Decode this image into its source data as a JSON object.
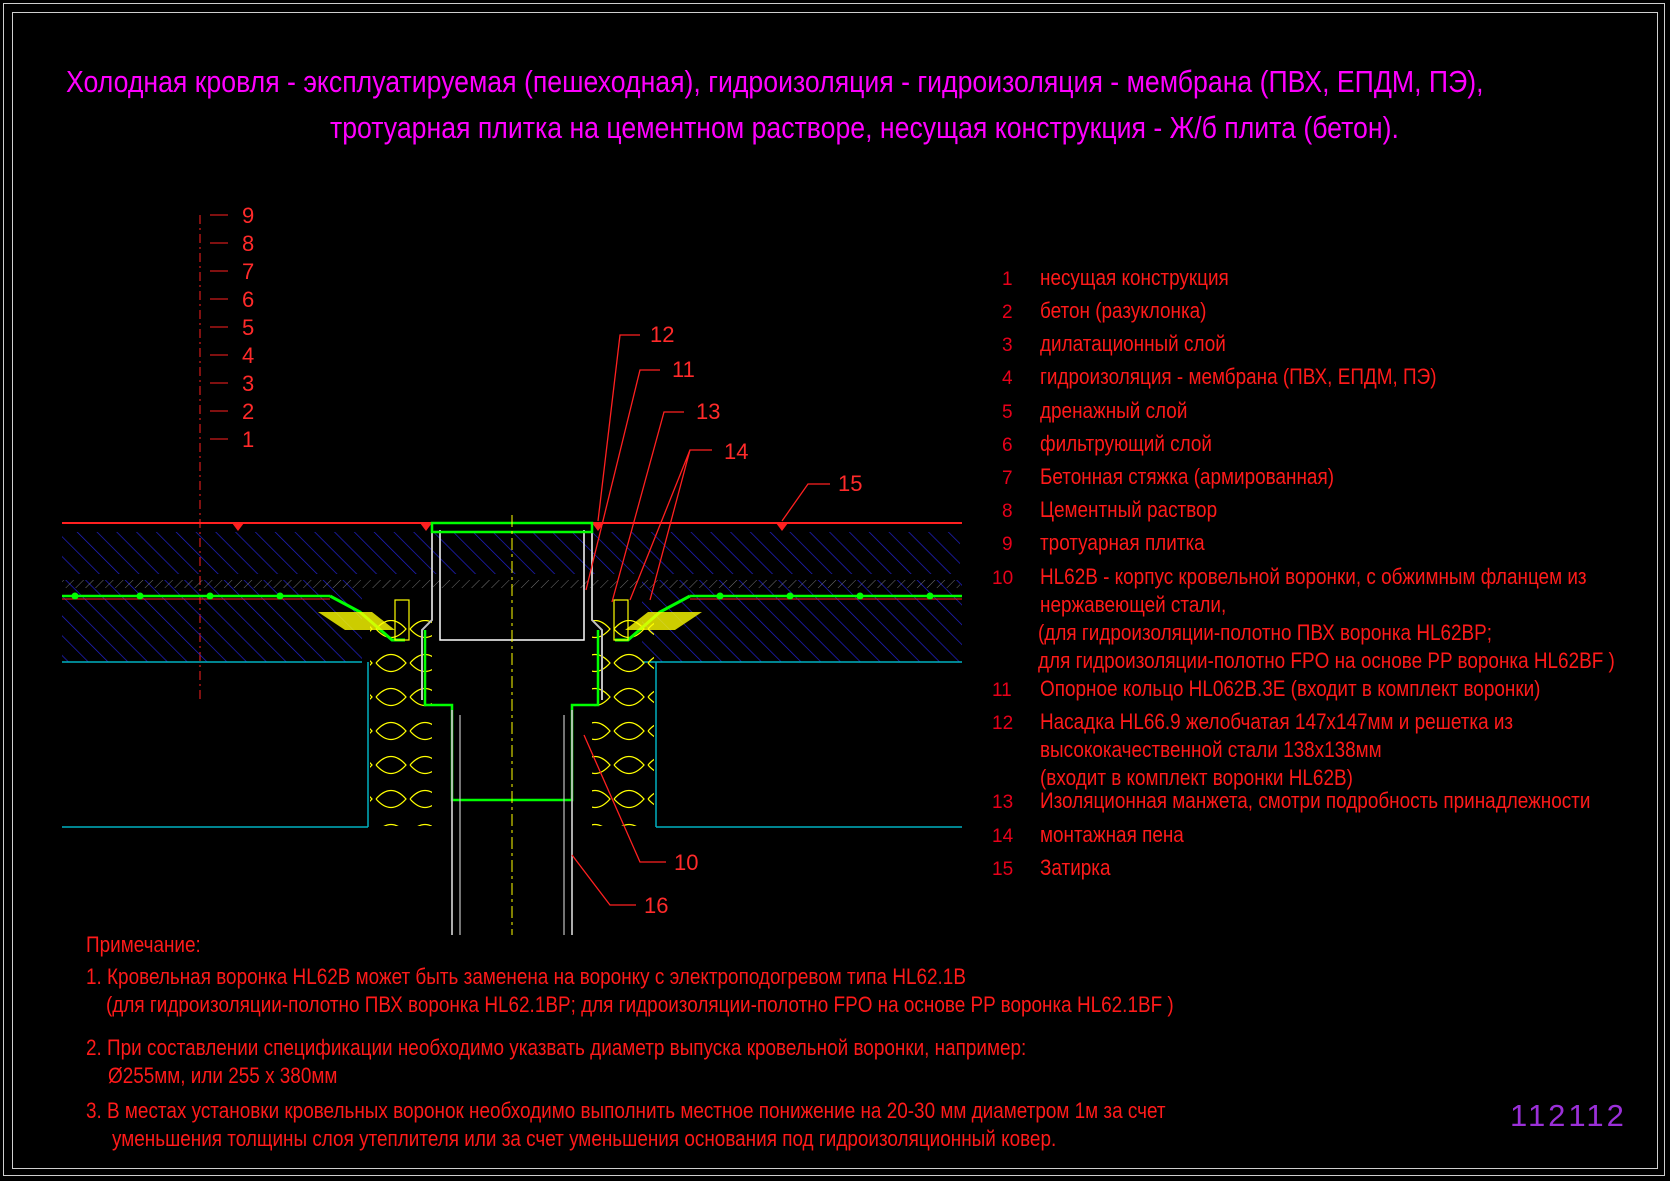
{
  "title": {
    "line1": "Холодная кровля - эксплуатируемая (пешеходная), гидроизоляция - гидроизоляция  - мембрана (ПВХ, ЕПДМ, ПЭ),",
    "line2": "тротуарная плитка на цементном растворе, несущая конструкция - Ж/б плита (бетон)."
  },
  "layer_scale": [
    "9",
    "8",
    "7",
    "6",
    "5",
    "4",
    "3",
    "2",
    "1"
  ],
  "callouts": [
    "12",
    "11",
    "13",
    "14",
    "15",
    "10",
    "16"
  ],
  "legend": [
    {
      "num": "1",
      "text": "несущая конструкция"
    },
    {
      "num": "2",
      "text": "бетон (разуклонка)"
    },
    {
      "num": "3",
      "text": "дилатационный слой"
    },
    {
      "num": "4",
      "text": "гидроизоляция - мембрана (ПВХ, ЕПДМ, ПЭ)"
    },
    {
      "num": "5",
      "text": "дренажный слой"
    },
    {
      "num": "6",
      "text": "фильтрующий слой"
    },
    {
      "num": "7",
      "text": "Бетонная стяжка (армированная)"
    },
    {
      "num": "8",
      "text": "Цементный раствор"
    },
    {
      "num": "9",
      "text": "тротуарная плитка"
    },
    {
      "num": "10",
      "text": "HL62B - корпус кровельной воронки, с обжимным фланцем из",
      "extra": [
        "нержавеющей стали,",
        "(для гидроизоляции-полотно ПВХ  воронка HL62BP;",
        "для гидроизоляции-полотно FPO на основе PP воронка HL62BF )"
      ]
    },
    {
      "num": "11",
      "text": "Опорное кольцо HL062B.3E (входит в комплект воронки)"
    },
    {
      "num": "12",
      "text": "Насадка HL66.9 желобчатая 147x147мм и решетка из",
      "extra": [
        "высококачественной стали 138x138мм",
        "(входит в комплект воронки HL62B)"
      ]
    },
    {
      "num": "13",
      "text": "Изоляционная  манжета, смотри подробность принадлежности"
    },
    {
      "num": "14",
      "text": "монтажная пена"
    },
    {
      "num": "15",
      "text": "Затирка"
    }
  ],
  "notes": {
    "heading": "Примечание:",
    "lines": [
      "1. Кровельная воронка HL62B может быть заменена на воронку с электроподогревом типа HL62.1B",
      "(для гидроизоляции-полотно ПВХ  воронка HL62.1BP; для гидроизоляции-полотно FPO на основе PP воронка HL62.1BF )",
      "2. При составлении спецификации необходимо указвать диаметр выпуска кровельной воронки, например:",
      "Ø255мм, или 255 x 380мм",
      "3. В местах установки кровельных воронок необходимо выполнить местное понижение на 20-30 мм диаметром 1м за счет",
      "уменьшения толщины слоя утеплителя или за счет уменьшения основания под гидроизоляционный ковер."
    ]
  },
  "drawing_code": "112112",
  "colors": {
    "background": "#000000",
    "title": "#ff00ff",
    "text": "#ff1a1a",
    "line_red": "#ff2020",
    "hatch_blue": "#2222cc",
    "membrane_green": "#00ff00",
    "insulation_yellow": "#ffff00",
    "slab_cyan": "#00b0c0",
    "code": "#9b30d9"
  }
}
